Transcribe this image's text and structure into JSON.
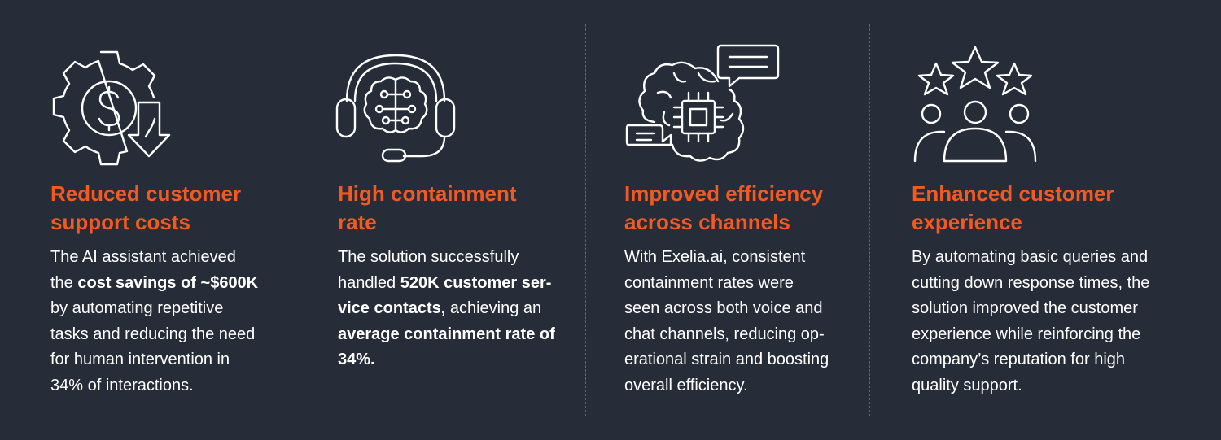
{
  "colors": {
    "background": "#262d38",
    "accent": "#f25a22",
    "text": "#ffffff"
  },
  "cards": [
    {
      "icon": "gear-dollar-down-arrow-icon",
      "title_line1": "Reduced customer",
      "title_line2": "support costs",
      "body": {
        "p1": "The AI assistant achieved",
        "p2": "the ",
        "b1": "cost savings of ~$600K",
        "p3": "by automating repetitive",
        "p4": "tasks and reducing the need",
        "p5": "for human intervention in",
        "p6": "34% of interactions."
      }
    },
    {
      "icon": "headset-brain-icon",
      "title_line1": "High containment",
      "title_line2": "rate",
      "body": {
        "p1": "The solution successfully",
        "p2": "handled ",
        "b1": "520K customer ser-",
        "b2": "vice contacts,",
        "p3": " achieving an",
        "b3": "average containment rate of",
        "b4": "34%."
      }
    },
    {
      "icon": "brain-chip-chat-icon",
      "title_line1": "Improved efficiency",
      "title_line2": "across channels",
      "body": {
        "p1": "With Exelia.ai, consistent",
        "p2": "containment rates were",
        "p3": "seen across both voice and",
        "p4": "chat channels, reducing op-",
        "p5": "erational strain and boosting",
        "p6": "overall efficiency."
      }
    },
    {
      "icon": "stars-people-icon",
      "title_line1": "Enhanced customer",
      "title_line2": "experience",
      "body": {
        "p1": "By automating basic queries and",
        "p2": "cutting down response times, the",
        "p3": "solution improved the customer",
        "p4": "experience while reinforcing the",
        "p5": "company’s reputation for high",
        "p6": "quality support."
      }
    }
  ]
}
